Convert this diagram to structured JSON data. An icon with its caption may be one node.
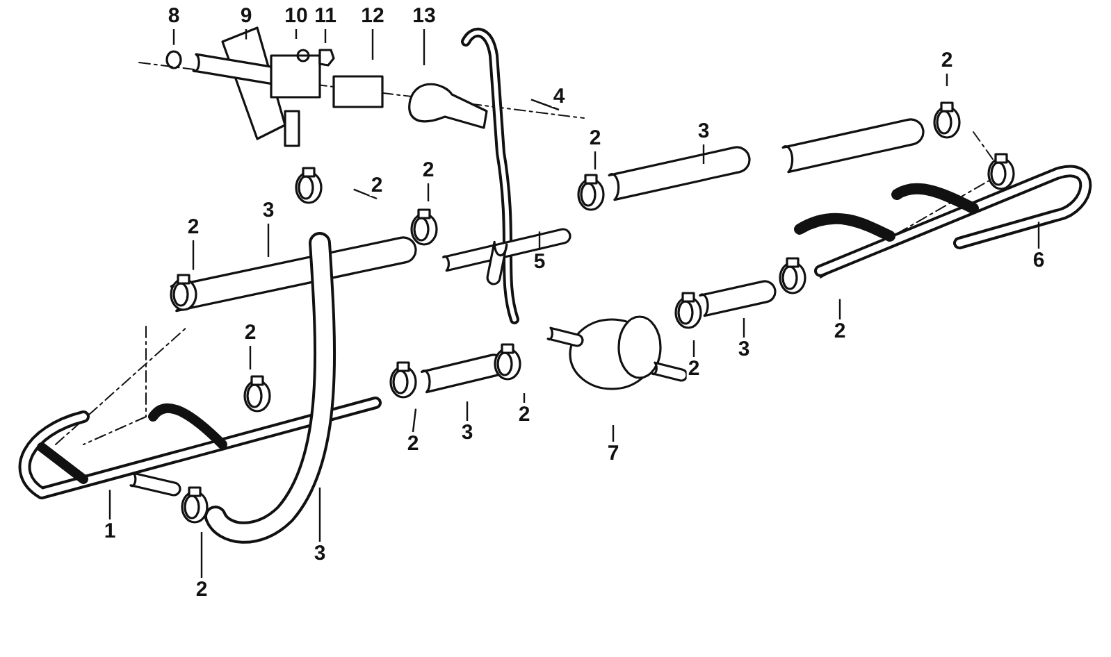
{
  "diagram": {
    "nodes": [
      {
        "text": [
          "8"
        ]
      },
      {
        "text": [
          "9"
        ]
      },
      {
        "text": [
          "10"
        ]
      },
      {
        "text": [
          "11"
        ]
      },
      {
        "text": [
          "12"
        ]
      },
      {
        "text": [
          "13"
        ]
      },
      {
        "text": [
          "2"
        ]
      },
      {
        "text": [
          "4"
        ]
      },
      {
        "text": [
          "3"
        ]
      },
      {
        "text": [
          "2"
        ]
      },
      {
        "text": [
          "2"
        ]
      },
      {
        "text": [
          "2"
        ]
      },
      {
        "text": [
          "3"
        ]
      },
      {
        "text": [
          "2"
        ]
      },
      {
        "text": [
          "5"
        ]
      },
      {
        "text": [
          "6"
        ]
      },
      {
        "text": [
          "2"
        ]
      },
      {
        "text": [
          "2"
        ]
      },
      {
        "text": [
          "3"
        ]
      },
      {
        "text": [
          "2"
        ]
      },
      {
        "text": [
          "2"
        ]
      },
      {
        "text": [
          "2"
        ]
      },
      {
        "text": [
          "3"
        ]
      },
      {
        "text": [
          "7"
        ]
      },
      {
        "text": [
          "1"
        ]
      },
      {
        "text": [
          "3"
        ]
      },
      {
        "text": [
          "2"
        ]
      }
    ],
    "edges": [
      {
        "from": 0,
        "to": null,
        "arrow": "none"
      },
      {
        "from": 1,
        "to": null,
        "arrow": "none"
      },
      {
        "from": 2,
        "to": null,
        "arrow": "none"
      },
      {
        "from": 3,
        "to": null,
        "arrow": "none"
      },
      {
        "from": 4,
        "to": null,
        "arrow": "none"
      },
      {
        "from": 5,
        "to": null,
        "arrow": "none"
      },
      {
        "from": 6,
        "to": null,
        "arrow": "none"
      },
      {
        "from": 7,
        "to": null,
        "arrow": "none"
      },
      {
        "from": 8,
        "to": null,
        "arrow": "none"
      },
      {
        "from": 9,
        "to": null,
        "arrow": "none"
      },
      {
        "from": 10,
        "to": null,
        "arrow": "none"
      },
      {
        "from": 11,
        "to": null,
        "arrow": "none"
      },
      {
        "from": 12,
        "to": null,
        "arrow": "none"
      },
      {
        "from": 13,
        "to": null,
        "arrow": "none"
      },
      {
        "from": 14,
        "to": null,
        "arrow": "none"
      },
      {
        "from": 15,
        "to": null,
        "arrow": "none"
      },
      {
        "from": 16,
        "to": null,
        "arrow": "none"
      },
      {
        "from": 17,
        "to": null,
        "arrow": "none"
      },
      {
        "from": 18,
        "to": null,
        "arrow": "none"
      },
      {
        "from": 19,
        "to": null,
        "arrow": "none"
      },
      {
        "from": 20,
        "to": null,
        "arrow": "none"
      },
      {
        "from": 21,
        "to": null,
        "arrow": "none"
      },
      {
        "from": 22,
        "to": null,
        "arrow": "none"
      },
      {
        "from": 23,
        "to": null,
        "arrow": "none"
      },
      {
        "from": 24,
        "to": null,
        "arrow": "none"
      },
      {
        "from": 25,
        "to": null,
        "arrow": "none"
      },
      {
        "from": 26,
        "to": null,
        "arrow": "none"
      }
    ]
  }
}
